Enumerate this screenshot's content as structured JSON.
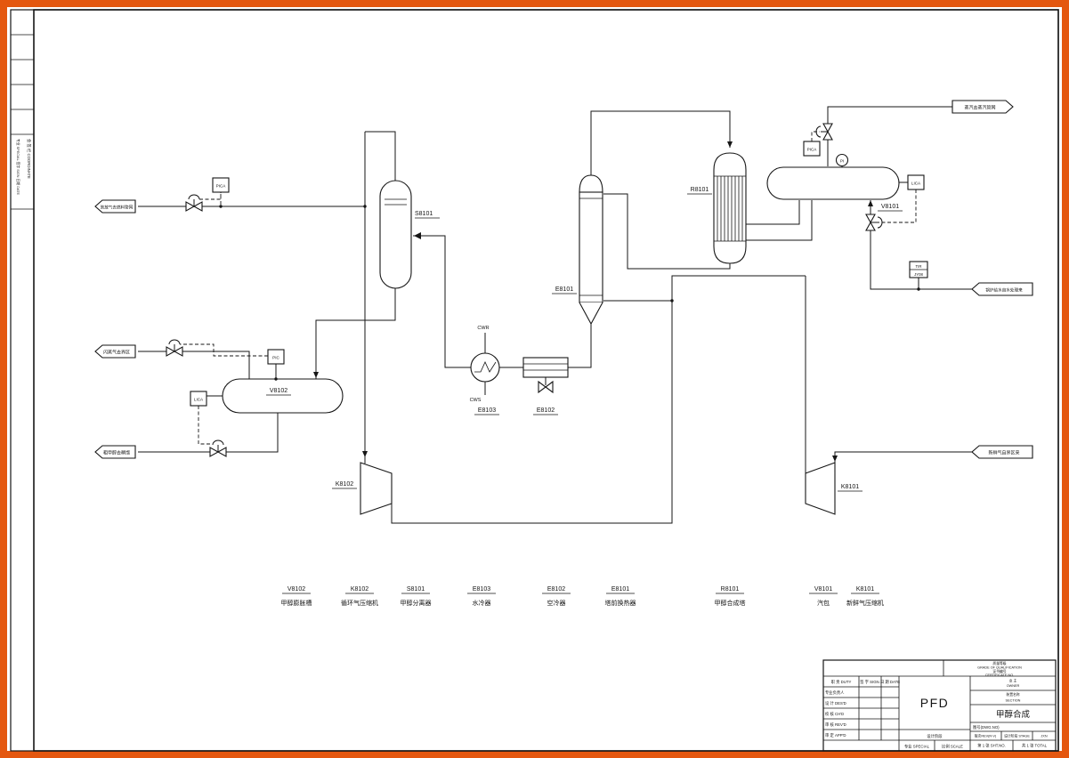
{
  "colors": {
    "frame": "#e4570f",
    "paper": "#ffffff",
    "ink": "#161616"
  },
  "strip": {
    "columns": "专业 SPECIAL  签字 SIGN  日期 DATE",
    "coordinate": "会 签 栏  COORDINATE"
  },
  "flags": [
    {
      "text": "弛放气去燃料管网"
    },
    {
      "text": "闪蒸气去界区"
    },
    {
      "text": "粗甲醇去精馏"
    },
    {
      "text": "蒸汽去蒸汽管网"
    },
    {
      "text": "锅炉给水自水处理来"
    },
    {
      "text": "新鲜气自界区来"
    }
  ],
  "tags": {
    "s8101": "S8101",
    "v8102": "V8102",
    "e8103": "E8103",
    "e8102": "E8102",
    "e8101": "E8101",
    "r8101": "R8101",
    "v8101": "V8101",
    "k8102": "K8102",
    "k8101": "K8101",
    "cwr": "CWR",
    "cws": "CWS"
  },
  "instruments": {
    "purge_pica": "PICA",
    "v8102_pic": "PIC",
    "v8102_lica": "LICA",
    "steam_pica": "PICA",
    "steam_pi": "PI",
    "v8101_lica": "LICA",
    "bfw_tir": "TIR",
    "bfw_tir_no": "JY08"
  },
  "legend": {
    "items": [
      {
        "code": "V8102",
        "name": "甲醇膨胀槽"
      },
      {
        "code": "K8102",
        "name": "循环气压缩机"
      },
      {
        "code": "S8101",
        "name": "甲醇分离器"
      },
      {
        "code": "E8103",
        "name": "水冷器"
      },
      {
        "code": "E8102",
        "name": "空冷器"
      },
      {
        "code": "E8101",
        "name": "塔前换热器"
      },
      {
        "code": "R8101",
        "name": "甲醇合成塔"
      },
      {
        "code": "V8101",
        "name": "汽包"
      },
      {
        "code": "K8101",
        "name": "新鲜气压缩机"
      }
    ]
  },
  "titleblock": {
    "grade_cn": "质量等级",
    "grade_en": "GRADE OF QUALIFICATION",
    "cert_cn": "证书编号",
    "cert_en": "CERTIFICATE NO.",
    "duty": "职 责 DUTY",
    "sign": "签 字 SIGN.",
    "date": "日 期 DATE",
    "rows": [
      "专业负责人",
      "设 计 DES'D",
      "校 核 CH'D",
      "审 核 REV'D",
      "审 定 APP'D"
    ],
    "doc_type": "PFD",
    "stage_label": "设计阶段",
    "special": "专业 SPECIAL",
    "scale": "比例 SCALE",
    "owner_cn": "业 主",
    "owner_en": "OWNER",
    "section_cn": "装置名称",
    "section_en": "SECTION",
    "project": "甲醇合成",
    "dwg_no": "图号(DWG.NO)",
    "rev": "版次REV(R-V)",
    "stage": "设计阶段 STAGE",
    "code": "JXN",
    "sheet": "第 1 张 SHT.NO.",
    "total": "共 1 张 TOTAL"
  }
}
